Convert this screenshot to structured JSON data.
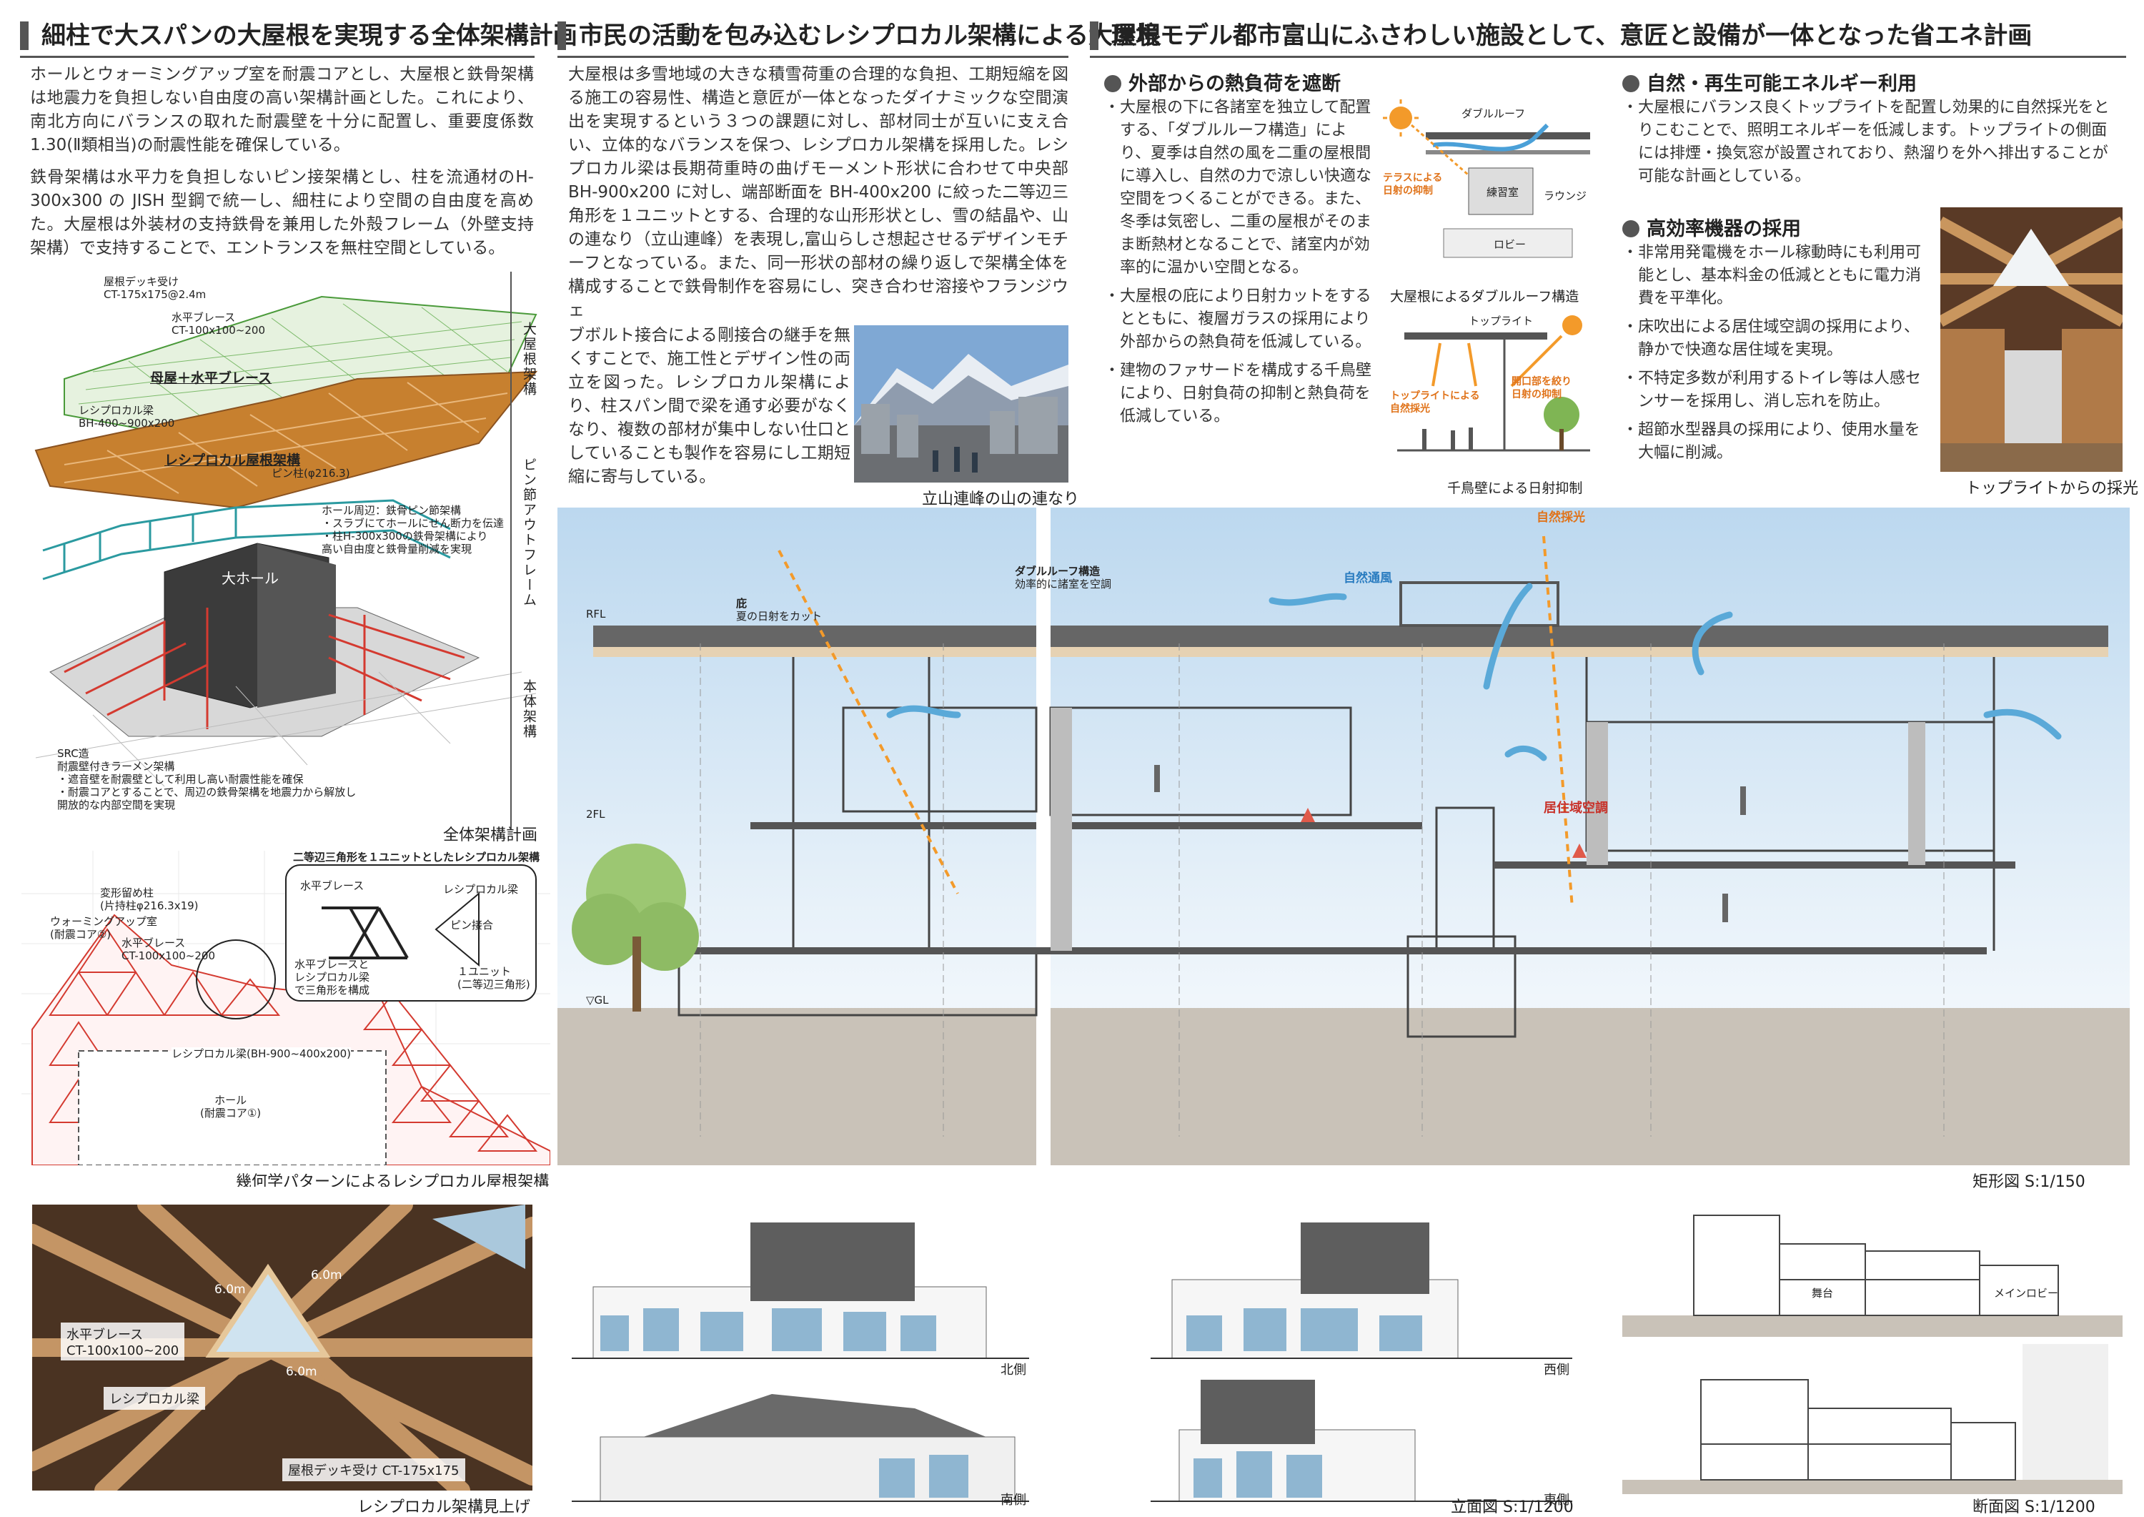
{
  "col1": {
    "title": "細柱で大スパンの大屋根を実現する全体架構計画",
    "para1": "ホールとウォーミングアップ室を耐震コアとし、大屋根と鉄骨架構は地震力を負担しない自由度の高い架構計画とした。これにより、南北方向にバランスの取れた耐震壁を十分に配置し、重要度係数1.30(Ⅱ類相当)の耐震性能を確保している。",
    "para2": "鉄骨架構は水平力を負担しないピン接架構とし、柱を流通材のH-300x300 の JISH 型鋼で統一し、細柱により空間の自由度を高めた。大屋根は外装材の支持鉄骨を兼用した外殻フレーム（外壁支持架構）で支持することで、エントランスを無柱空間としている。",
    "iso": {
      "l1": "屋根デッキ受け",
      "l1b": "CT-175x175@2.4m",
      "l2": "水平ブレース",
      "l2b": "CT-100x100~200",
      "l3": "母屋＋水平ブレース",
      "l4": "レシプロカル梁",
      "l4b": "BH-400~900x200",
      "l5": "レシプロカル屋根架構",
      "l6": "ピン柱(φ216.3)",
      "l7": "ホール周辺：鉄骨ピン節架構",
      "l7b": "・スラブにてホールにせん断力を伝達",
      "l7c": "・柱H-300x300の鉄骨架構により",
      "l7d": "高い自由度と鉄骨量削減を実現",
      "hall": "大ホール",
      "l8": "SRC造",
      "l8b": "耐震壁付きラーメン架構",
      "l8c": "・遮音壁を耐震壁として利用し高い耐震性能を確保",
      "l8d": "・耐震コアとすることで、周辺の鉄骨架構を地震力から解放し",
      "l8e": "開放的な内部空間を実現",
      "side1": "大屋根架構",
      "side2": "ピン節アウトフレーム",
      "side3": "本体架構",
      "caption": "全体架構計画"
    },
    "plan": {
      "head": "二等辺三角形を１ユニットとしたレシプロカル架構",
      "l1": "変形留め柱",
      "l1b": "(片持柱φ216.3x19)",
      "l2": "ウォーミングアップ室",
      "l2b": "(耐震コア②)",
      "l3": "水平ブレース",
      "l3b": "CT-100x100~200",
      "z1": "水平ブレース",
      "z2": "レシプロカル梁",
      "z3": "ピン接合",
      "z4": "水平ブレースと",
      "z4b": "レシプロカル梁",
      "z4c": "で三角形を構成",
      "z5": "１ユニット",
      "z5b": "(二等辺三角形)",
      "l4": "レシプロカル梁(BH-900~400x200)",
      "l5": "ホール",
      "l5b": "(耐震コア①)",
      "caption": "幾何学パターンによるレシプロカル屋根架構"
    },
    "photo": {
      "l1": "水平ブレース",
      "l1b": "CT-100x100~200",
      "l2": "レシプロカル梁",
      "l3": "屋根デッキ受け CT-175x175",
      "d1": "6.0m",
      "d2": "6.0m",
      "d3": "6.0m",
      "caption": "レシプロカル架構見上げ"
    }
  },
  "col2": {
    "title": "市民の活動を包み込むレシプロカル架構による大屋根",
    "para": "大屋根は多雪地域の大きな積雪荷重の合理的な負担、工期短縮を図る施工の容易性、構造と意匠が一体となったダイナミックな空間演出を実現するという３つの課題に対し、部材同士が互いに支え合い、立体的なバランスを保つ、レシプロカル架構を採用した。レシプロカル梁は長期荷重時の曲げモーメント形状に合わせて中央部BH-900x200 に対し、端部断面を BH-400x200 に絞った二等辺三角形を１ユニットとする、合理的な山形形状とし、雪の結晶や、山の連なり（立山連峰）を表現し,富山らしさ想起させるデザインモチーフとなっている。また、同一形状の部材の繰り返しで架構全体を構成することで鉄骨制作を容易にし、突き合わせ溶接やフランジウェ",
    "para_b": "ブボルト接合による剛接合の継手を無くすことで、施工性とデザイン性の両立を図った。レシプロカル架構により、柱スパン間で梁を通す必要がなくなり、複数の部材が集中しない仕口としていることも製作を容易にし工期短縮に寄与している。",
    "photo_caption": "立山連峰の山の連なり"
  },
  "col3": {
    "title": "環境モデル都市富山にふさわしい施設として、意匠と設備が一体となった省エネ計画",
    "sec1": {
      "head": "外部からの熱負荷を遮断",
      "b1": "大屋根の下に各諸室を独立して配置する、「ダブルルーフ構造」により、夏季は自然の風を二重の屋根間に導入し、自然の力で涼しい快適な空間をつくることができる。また、冬季は気密し、二重の屋根がそのまま断熱材となることで、諸室内が効率的に温かい空間となる。",
      "b2": "大屋根の庇により日射カットをするとともに、複層ガラスの採用により外部からの熱負荷を低減している。",
      "b3": "建物のファサードを構成する千鳥壁により、日射負荷の抑制と熱負荷を低減している。"
    },
    "diag1": {
      "roof": "ダブルルーフ",
      "terrace": "テラスによる",
      "terrace_b": "日射の抑制",
      "room": "練習室",
      "lounge": "ラウンジ",
      "lobby": "ロビー",
      "caption": "大屋根によるダブルルーフ構造"
    },
    "diag2": {
      "top": "トップライト",
      "l1": "トップライトによる",
      "l1b": "自然採光",
      "l2": "開口部を絞り",
      "l2b": "日射の抑制",
      "caption": "千鳥壁による日射抑制"
    },
    "sec2": {
      "head": "自然・再生可能エネルギー利用",
      "b1": "大屋根にバランス良くトップライトを配置し効果的に自然採光をとりこむことで、照明エネルギーを低減します。トップライトの側面には排煙・換気窓が設置されており、熱溜りを外へ排出することが可能な計画としている。"
    },
    "sec3": {
      "head": "高効率機器の採用",
      "b1": "非常用発電機をホール稼動時にも利用可能とし、基本料金の低減とともに電力消費を平準化。",
      "b2": "床吹出による居住域空調の採用により、静かで快適な居住域を実現。",
      "b3": "不特定多数が利用するトイレ等は人感センサーを採用し、消し忘れを防止。",
      "b4": "超節水型器具の採用により、使用水量を大幅に削減。"
    },
    "photo_caption": "トップライトからの採光"
  },
  "section": {
    "eave": "庇",
    "eave_b": "夏の日射をカット",
    "double": "ダブルルーフ構造",
    "double_b": "効率的に諸室を空調",
    "natural_light": "自然採光",
    "natural_vent": "自然通風",
    "zone_ac": "居住域空調",
    "lv1": "▽GL",
    "lv2": "2FL",
    "lv3": "RFL",
    "caption": "矩形図 S:1/150"
  },
  "elev": {
    "north": "北側",
    "west": "西側",
    "south": "南側",
    "east": "東側",
    "caption": "立面図 S:1/1200"
  },
  "sect_small": {
    "stage": "舞台",
    "lobby": "メインロビー",
    "caption": "断面図 S:1/1200"
  }
}
